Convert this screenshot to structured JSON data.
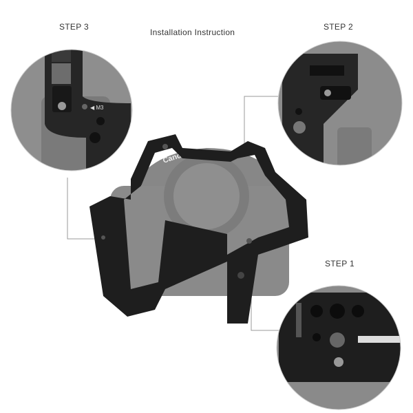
{
  "title": "Installation Instruction",
  "steps": [
    {
      "label": "STEP 1"
    },
    {
      "label": "STEP 2"
    },
    {
      "label": "STEP 3",
      "marker": "◀ M3"
    }
  ],
  "camera_brand": "Canon",
  "colors": {
    "cage": "#1e1e1e",
    "camera": "#8a8a8a",
    "line": "#9a9a9a"
  }
}
